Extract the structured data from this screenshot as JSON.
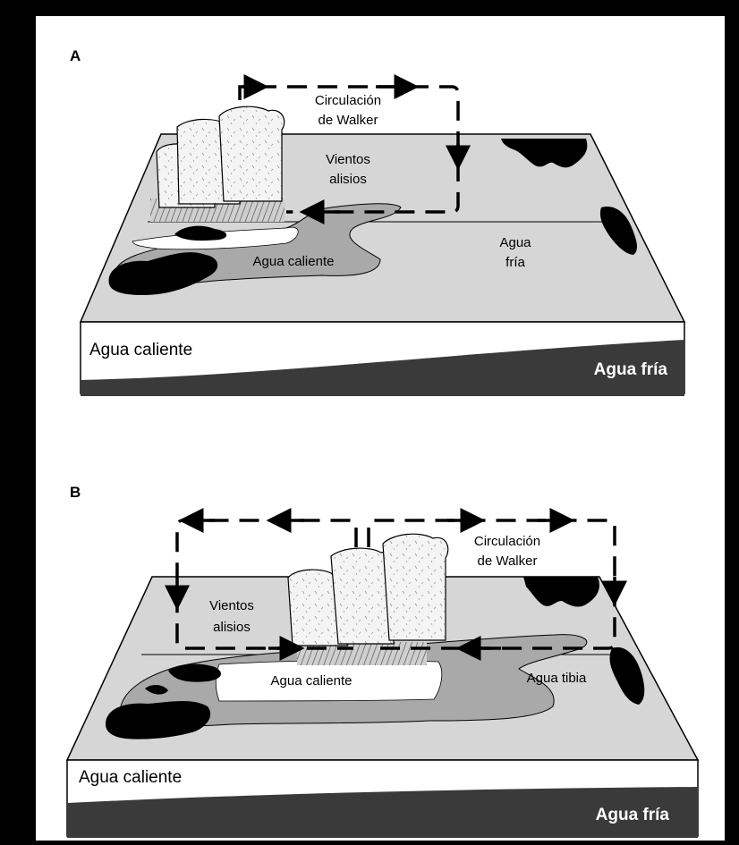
{
  "panels": [
    {
      "id": "A",
      "letter": "A",
      "walker_label_line1": "Circulación",
      "walker_label_line2": "de Walker",
      "winds_label_line1": "Vientos",
      "winds_label_line2": "alisios",
      "warm_pool_label": "Agua caliente",
      "cold_surface_label_line1": "Agua",
      "cold_surface_label_line2": "fría",
      "section_warm_label": "Agua caliente",
      "section_cold_label": "Agua fría"
    },
    {
      "id": "B",
      "letter": "B",
      "walker_label_line1": "Circulación",
      "walker_label_line2": "de Walker",
      "winds_label_line1": "Vientos",
      "winds_label_line2": "alisios",
      "warm_pool_label": "Agua caliente",
      "tepid_label": "Agua tibia",
      "section_warm_label": "Agua caliente",
      "section_cold_label": "Agua fría"
    }
  ],
  "colors": {
    "page_background": "#000000",
    "panel_background": "#ffffff",
    "ocean_surface": "#d6d6d6",
    "warm_pool": "#a9a9a9",
    "hot_water": "#ffffff",
    "thermocline": "#3a3a3a",
    "land": "#000000",
    "cloud": "#f4f4f4"
  }
}
